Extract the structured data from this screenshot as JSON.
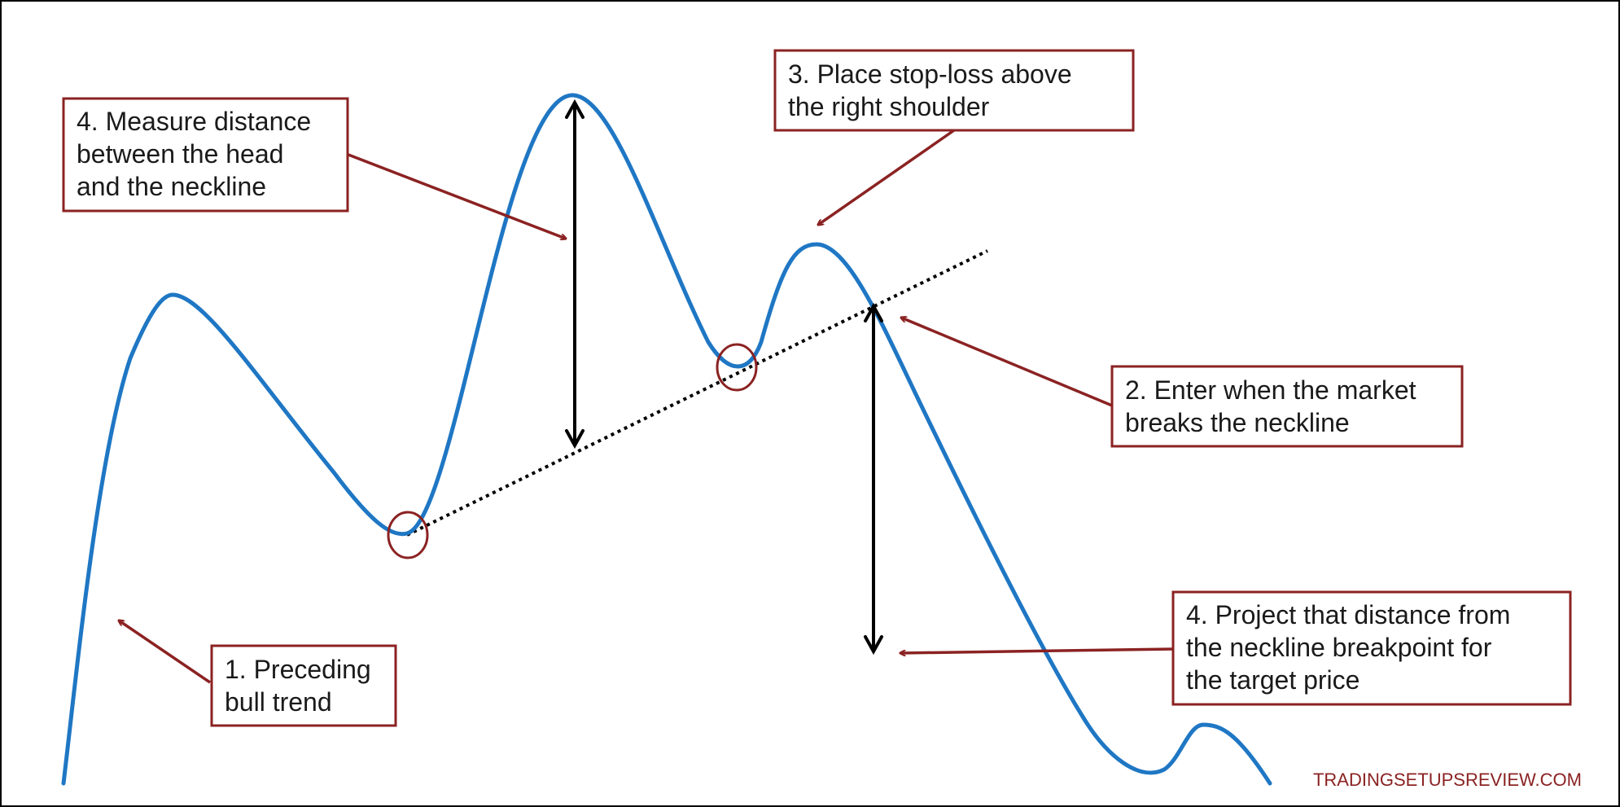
{
  "colors": {
    "price_line": "#1f77c4",
    "annotation": "#8b2222",
    "measure_arrow": "#000000",
    "neckline": "#000000",
    "frame": "#000000"
  },
  "labels": {
    "preceding_trend": [
      "1. Preceding",
      "bull trend"
    ],
    "enter": [
      "2. Enter when the market",
      "breaks the neckline"
    ],
    "stop_loss": [
      "3. Place stop-loss above",
      "the right shoulder"
    ],
    "measure": [
      "4. Measure distance",
      "between the head",
      "and the neckline"
    ],
    "project": [
      "4. Project that distance from",
      "the neckline breakpoint for",
      "the target price"
    ]
  },
  "watermark": "TRADINGSETUPSREVIEW.COM"
}
